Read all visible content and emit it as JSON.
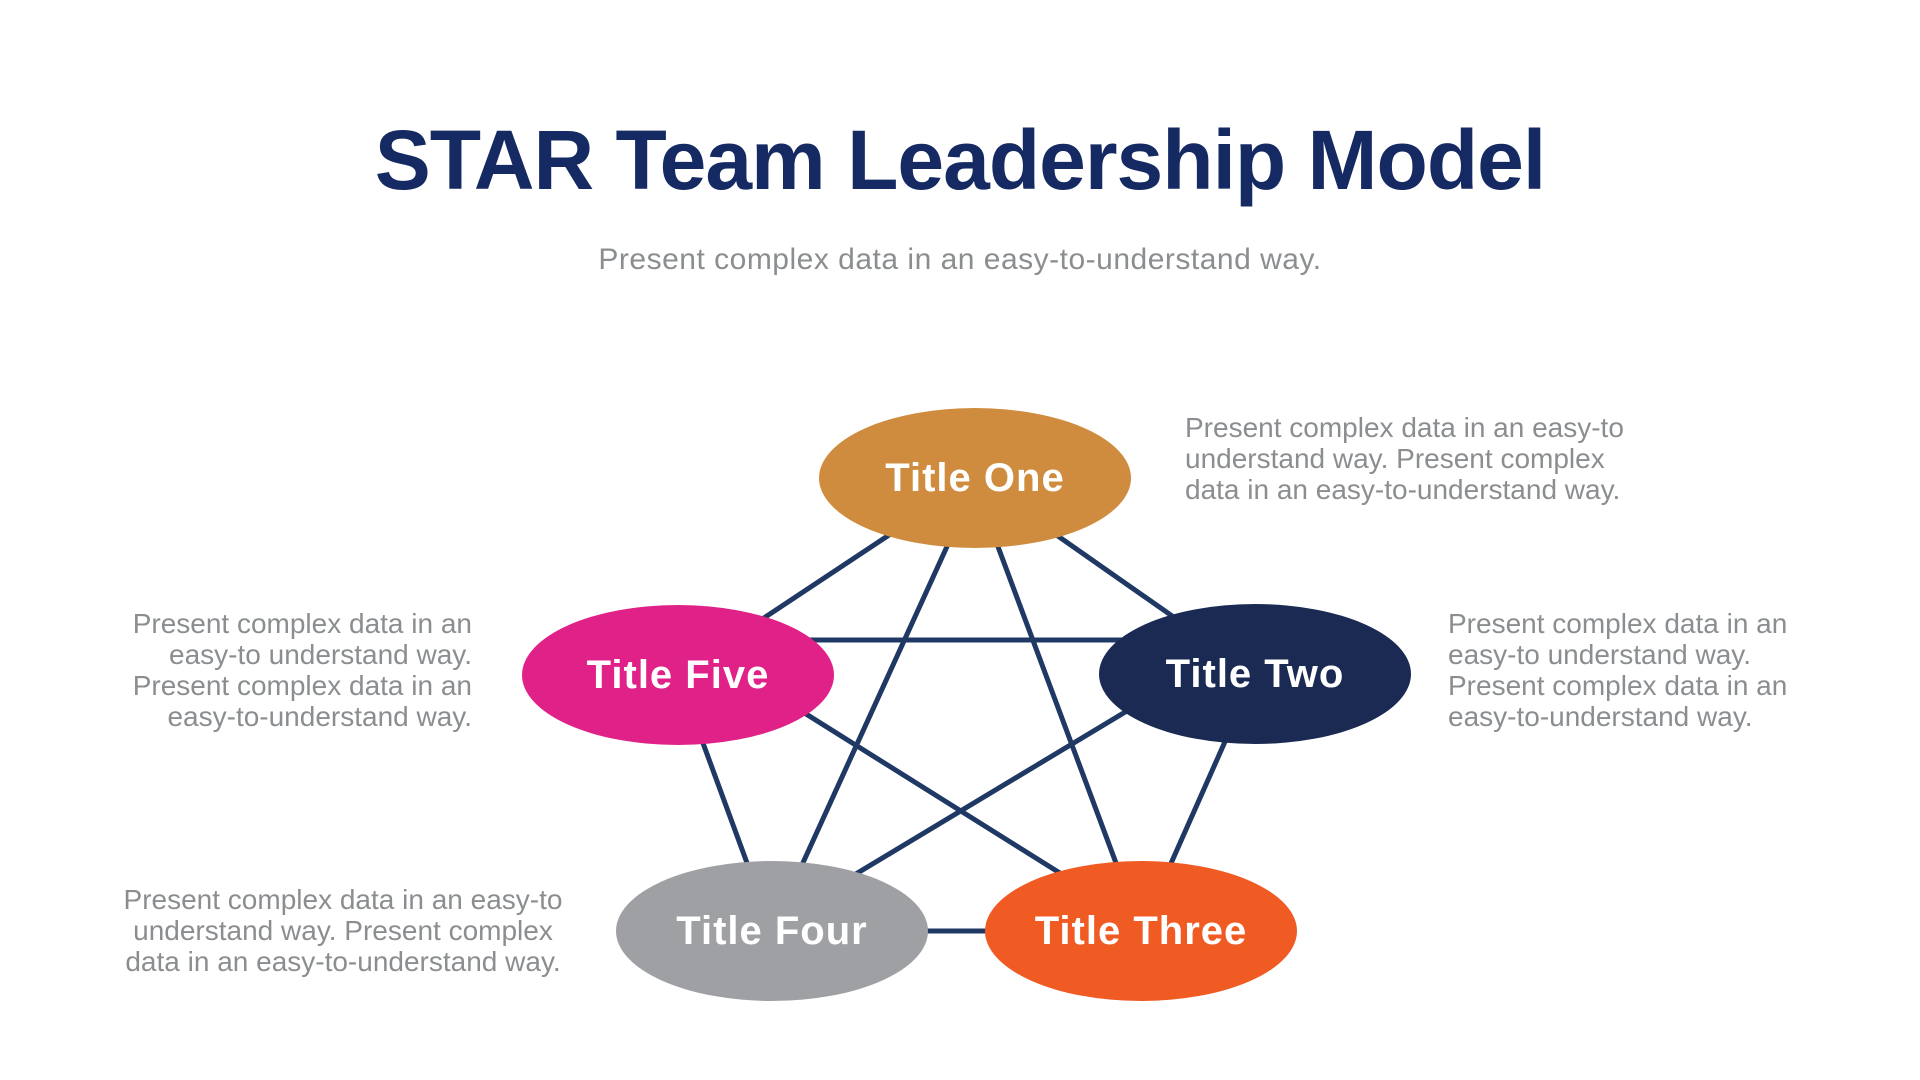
{
  "slide": {
    "title": "STAR Team Leadership Model",
    "subtitle": "Present complex data in an easy-to-understand way.",
    "colors": {
      "background": "#FFFFFF",
      "title_text": "#152A62",
      "body_text": "#8B8E90",
      "connector": "#1F3864",
      "node_label_text": "#FFFFFF"
    }
  },
  "diagram": {
    "type": "star-network",
    "connections": "every title node is linked to every other node (pentagon ring plus pentagram star)",
    "nodes": [
      {
        "id": "one",
        "label": "Title One",
        "color": "#D08C3E"
      },
      {
        "id": "two",
        "label": "Title Two",
        "color": "#1A2A52"
      },
      {
        "id": "three",
        "label": "Title Three",
        "color": "#F05A23"
      },
      {
        "id": "four",
        "label": "Title Four",
        "color": "#9EA0A3"
      },
      {
        "id": "five",
        "label": "Title Five",
        "color": "#E02188"
      }
    ],
    "annotations": {
      "near_title_one": "Present complex data in an easy-to\nunderstand way. Present complex\ndata in an easy-to-understand way.",
      "near_title_two": "Present complex data in an\neasy-to understand way.\nPresent complex data in an\neasy-to-understand way.",
      "near_title_four": "Present complex data in an easy-to\nunderstand way. Present complex\ndata in an easy-to-understand way.",
      "near_title_five": "Present complex data in an\neasy-to understand way.\nPresent complex data in an\neasy-to-understand way."
    }
  }
}
